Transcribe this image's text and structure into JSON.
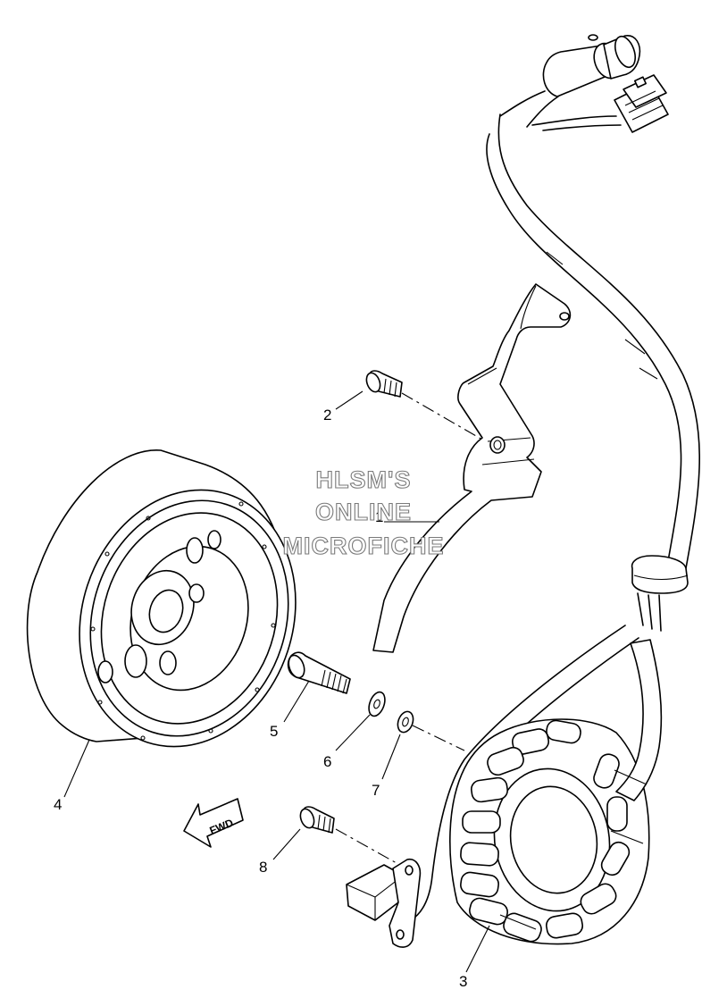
{
  "watermark": {
    "line1": "HLSM'S",
    "line2": "ONLINE",
    "line3": "MICROFICHE"
  },
  "direction_label": "FWD",
  "callouts": [
    {
      "id": "1",
      "part": "bracket"
    },
    {
      "id": "2",
      "part": "screw"
    },
    {
      "id": "3",
      "part": "stator-assembly"
    },
    {
      "id": "4",
      "part": "rotor"
    },
    {
      "id": "5",
      "part": "bolt"
    },
    {
      "id": "6",
      "part": "washer"
    },
    {
      "id": "7",
      "part": "washer"
    },
    {
      "id": "8",
      "part": "screw"
    }
  ]
}
